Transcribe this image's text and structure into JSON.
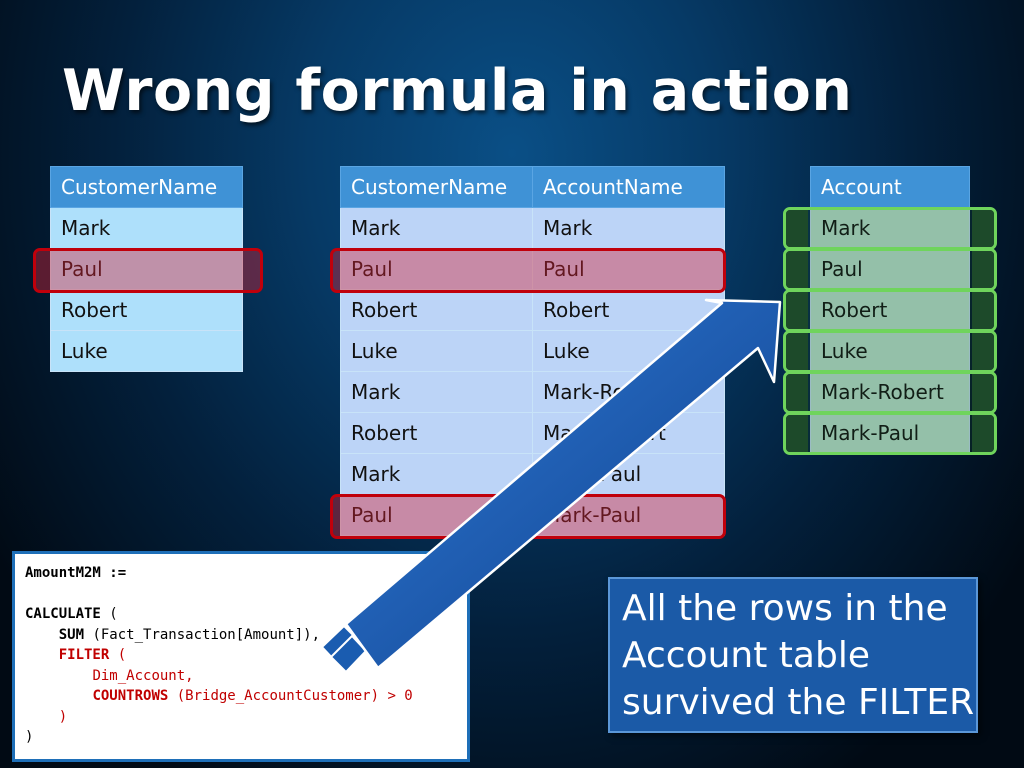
{
  "title": "Wrong formula in action",
  "customer_table": {
    "header": "CustomerName",
    "rows": [
      "Mark",
      "Paul",
      "Robert",
      "Luke"
    ]
  },
  "bridge_table": {
    "headers": [
      "CustomerName",
      "AccountName"
    ],
    "rows": [
      [
        "Mark",
        "Mark"
      ],
      [
        "Paul",
        "Paul"
      ],
      [
        "Robert",
        "Robert"
      ],
      [
        "Luke",
        "Luke"
      ],
      [
        "Mark",
        "Mark-Robert"
      ],
      [
        "Robert",
        "Mark-Robert"
      ],
      [
        "Mark",
        "Mark-Paul"
      ],
      [
        "Paul",
        "Mark-Paul"
      ]
    ]
  },
  "account_table": {
    "header": "Account",
    "rows": [
      "Mark",
      "Paul",
      "Robert",
      "Luke",
      "Mark-Robert",
      "Mark-Paul"
    ]
  },
  "code": {
    "line1": "AmountM2M :=",
    "calculate": "CALCULATE",
    "open_paren": " (",
    "sum": "SUM",
    "sum_arg": " (Fact_Transaction[Amount]),",
    "filter": "FILTER",
    "filter_paren": " (",
    "dim": "Dim_Account,",
    "countrows": "COUNTROWS",
    "countrows_arg": " (Bridge_AccountCustomer) > 0",
    "close_inner": ")",
    "close_outer": ")"
  },
  "callout": {
    "line1": "All the rows in the",
    "line2": "Account table",
    "line3": "survived the FILTER"
  },
  "colors": {
    "header_blue": "#3f92d6",
    "highlight_red": "#c0000b",
    "highlight_green": "#6fd45c",
    "arrow_blue": "#1a5cb0"
  }
}
